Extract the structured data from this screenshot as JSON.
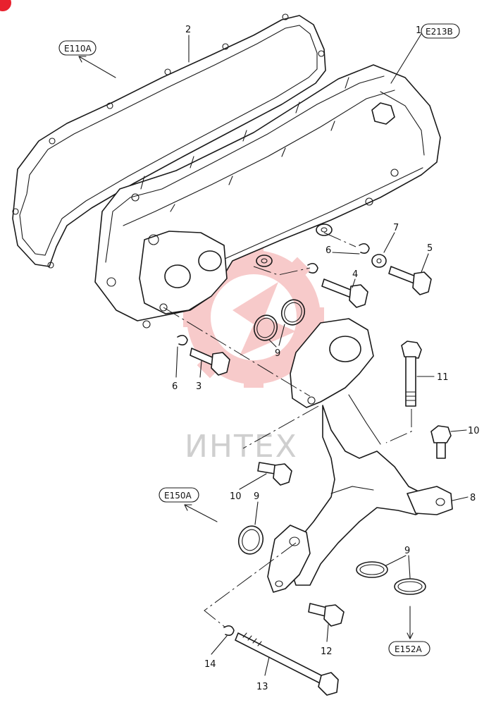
{
  "watermark": {
    "text": "ИНТЕХ",
    "color": "#f2a0a0"
  },
  "references": [
    "E110A",
    "E213B",
    "E150A",
    "E152A"
  ],
  "callouts": {
    "c1": "1",
    "c2": "2",
    "c3": "3",
    "c4": "4",
    "c5": "5",
    "c6a": "6",
    "c6b": "6",
    "c7": "7",
    "c8": "8",
    "c9a": "9",
    "c9b": "9",
    "c9c": "9",
    "c10a": "10",
    "c10b": "10",
    "c11": "11",
    "c12": "12",
    "c13": "13",
    "c14": "14"
  },
  "colors": {
    "line": "#1a1a1a",
    "badge": "#e8212e"
  }
}
